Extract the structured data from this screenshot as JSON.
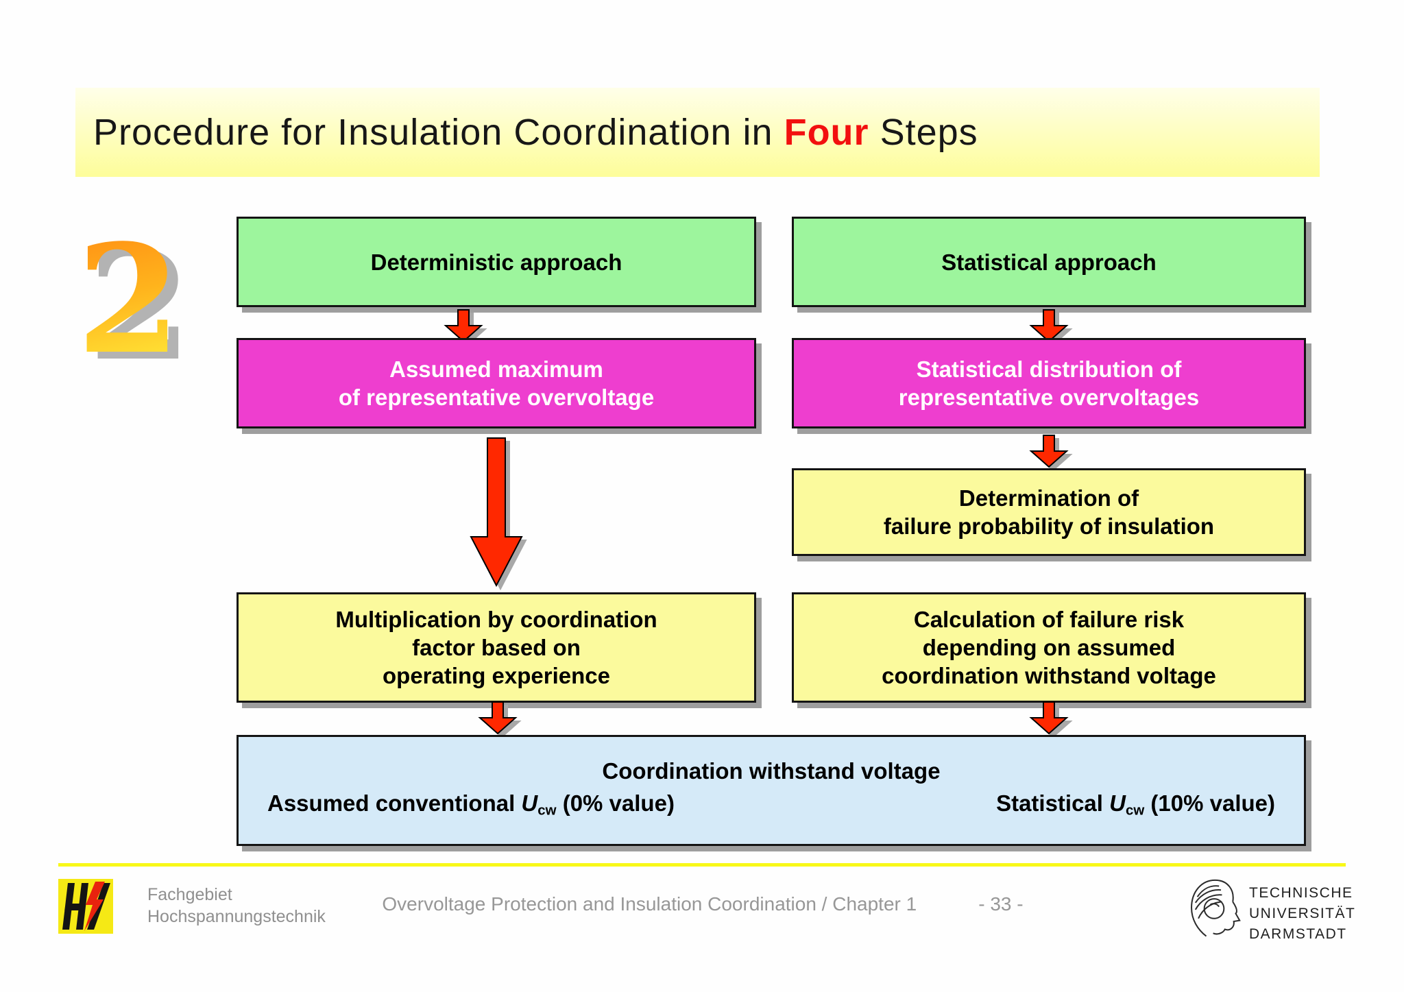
{
  "slide": {
    "title": {
      "pre": "Procedure for Insulation Coordination in ",
      "highlight": "Four",
      "post": " Steps"
    },
    "step_number": "2",
    "boxes": {
      "det_approach": "Deterministic approach",
      "stat_approach": "Statistical approach",
      "assumed_max": [
        "Assumed maximum",
        "of representative overvoltage"
      ],
      "stat_dist": [
        "Statistical distribution of",
        "representative overvoltages"
      ],
      "determination": [
        "Determination of",
        "failure probability of insulation"
      ],
      "multiplication": [
        "Multiplication by coordination",
        "factor based on",
        "operating experience"
      ],
      "calculation": [
        "Calculation of failure risk",
        "depending on assumed",
        "coordination withstand voltage"
      ],
      "coordination": {
        "title": "Coordination withstand voltage",
        "left_pre": "Assumed conventional ",
        "left_sym": "U",
        "left_sub": "cw",
        "left_post": " (0% value)",
        "right_pre": "Statistical ",
        "right_sym": "U",
        "right_sub": "cw",
        "right_post": " (10% value)"
      }
    },
    "colors": {
      "title_band": "#fdfd9a",
      "approach_green": "#9df59d",
      "overvoltage_magenta": "#ee3ecf",
      "process_yellow": "#fbfa9d",
      "result_blue": "#d5eaf8",
      "arrow_red": "#ff2800",
      "highlight_red": "#f2100f",
      "number_orange": "#ffb31c",
      "shadow_gray": "#9e9e9e"
    }
  },
  "footer": {
    "department": {
      "line1": "Fachgebiet",
      "line2": "Hochspannungstechnik"
    },
    "center": "Overvoltage Protection and Insulation Coordination / Chapter 1",
    "page": "- 33 -",
    "university": {
      "line1": "TECHNISCHE",
      "line2": "UNIVERSITÄT",
      "line3": "DARMSTADT"
    }
  }
}
